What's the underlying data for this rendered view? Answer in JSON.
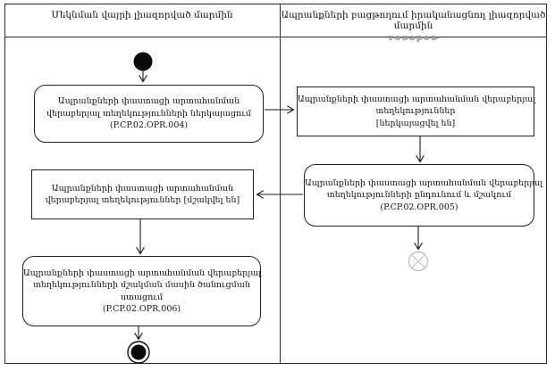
{
  "diagram": {
    "lanes": {
      "left": {
        "title": "Մեկնման վայրի լիազորված մարմին"
      },
      "right": {
        "title": "Ապրանքների բացթողում իրականացնող լիազորված մարմին",
        "watermark": "товаров"
      }
    },
    "nodes": {
      "opr004": {
        "type": "action",
        "lines": [
          "Ապրանքների փաստացի արտահանման",
          "վերաբերյալ տեղեկությունների ներկայացում",
          "(P.CP.02.OPR.004)"
        ]
      },
      "info_submitted": {
        "type": "object-state",
        "lines": [
          "Ապրանքների փաստացի արտահանման վերաբերյալ",
          "տեղեկություններ",
          "[ներկայացվել են]"
        ]
      },
      "opr005": {
        "type": "action",
        "lines": [
          "Ապրանքների փաստացի արտահանման վերաբերյալ",
          "տեղեկությունների ընդունում և մշակում",
          "(P.CP.02.OPR.005)"
        ]
      },
      "info_processed": {
        "type": "object-state",
        "lines": [
          "Ապրանքների փաստացի արտահանման",
          "վերաբերյալ տեղեկություններ [մշակվել են]"
        ]
      },
      "opr006": {
        "type": "action",
        "lines": [
          "Ապրանքների փաստացի արտահանման վերաբերյալ",
          "տեղեկությունների մշակման մասին ծանուցման",
          "ստացում",
          "(P.CP.02.OPR.006)"
        ]
      }
    },
    "symbols": {
      "start": "initial-node",
      "end": "activity-final-node",
      "flow_end": "flow-final-node"
    },
    "colors": {
      "line": "#1a1a1a",
      "border": "#222222",
      "background": "#ffffff",
      "watermark": "#9a9a9a",
      "flow_final": "#b8b8b8"
    }
  }
}
